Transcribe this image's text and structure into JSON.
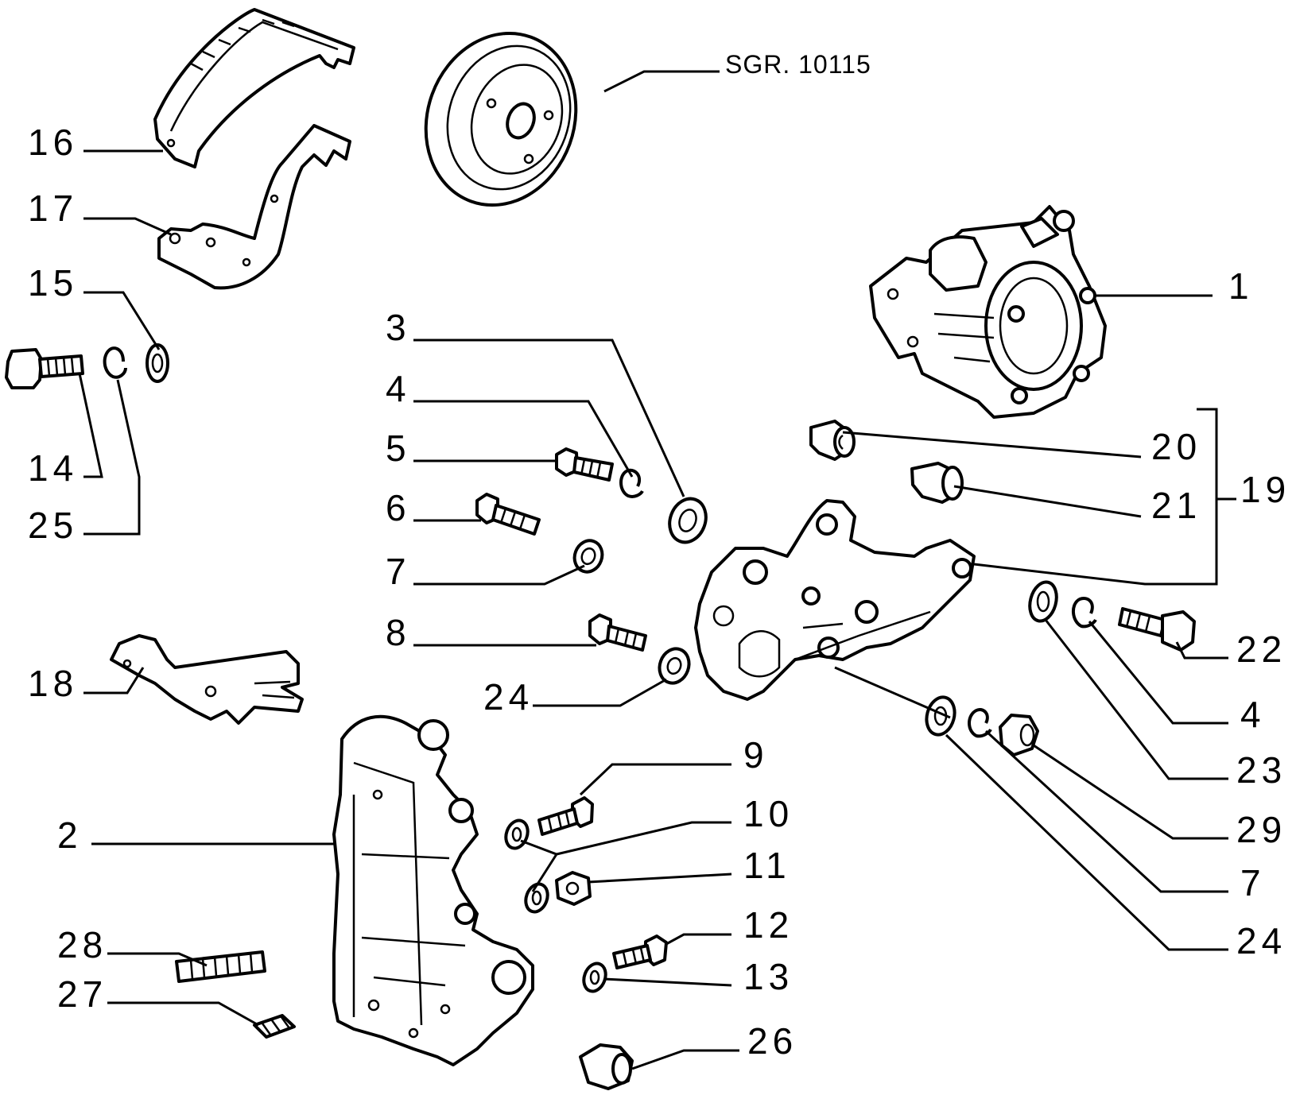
{
  "reference": "SGR. 10115",
  "callouts": {
    "c1": "1",
    "c2": "2",
    "c3": "3",
    "c4a": "4",
    "c4b": "4",
    "c5": "5",
    "c6": "6",
    "c7a": "7",
    "c7b": "7",
    "c8": "8",
    "c9": "9",
    "c10": "10",
    "c11": "11",
    "c12": "12",
    "c13": "13",
    "c14": "14",
    "c15": "15",
    "c16": "16",
    "c17": "17",
    "c18": "18",
    "c19": "19",
    "c20": "20",
    "c21": "21",
    "c22": "22",
    "c23": "23",
    "c24a": "24",
    "c24b": "24",
    "c25": "25",
    "c26": "26",
    "c27": "27",
    "c28": "28",
    "c29": "29"
  }
}
